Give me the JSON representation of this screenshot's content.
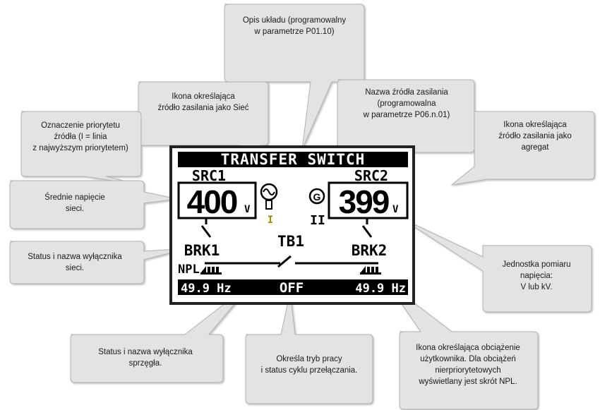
{
  "lcd": {
    "title": "TRANSFER SWITCH",
    "src1_label": "SRC1",
    "src2_label": "SRC2",
    "src1_voltage": "400",
    "src1_unit": "V",
    "src2_voltage": "399",
    "src2_unit": "V",
    "priority_mark_1": "I",
    "priority_mark_2": "II",
    "brk1_label": "BRK1",
    "brk2_label": "BRK2",
    "tb_label": "TB1",
    "npl_label": "NPL",
    "freq_left": "49.9 Hz",
    "freq_right": "49.9 Hz",
    "mode": "OFF"
  },
  "callouts": [
    {
      "id": "layout_desc",
      "lines": [
        "Opis układu (programowalny",
        "w parametrze P01.10)"
      ]
    },
    {
      "id": "mains_icon",
      "lines": [
        "Ikona określająca",
        "źródło zasilania jako Sieć"
      ]
    },
    {
      "id": "source_name",
      "lines": [
        "Nazwa źródła zasilania",
        "(programowalna",
        "w parametrze P06.n.01)"
      ]
    },
    {
      "id": "priority",
      "lines": [
        "Oznaczenie priorytetu",
        "źródła (I = linia",
        "z najwyższym priorytetem)"
      ]
    },
    {
      "id": "genset_icon",
      "lines": [
        "Ikona określająca",
        "źródło zasilania jako",
        "agregat"
      ]
    },
    {
      "id": "avg_voltage",
      "lines": [
        "Średnie napięcie",
        "sieci."
      ]
    },
    {
      "id": "mains_breaker",
      "lines": [
        "Status i nazwa wyłącznika",
        "sieci."
      ]
    },
    {
      "id": "voltage_unit",
      "lines": [
        "Jednostka pomiaru",
        "napięcia:",
        "V lub kV."
      ]
    },
    {
      "id": "tie_breaker",
      "lines": [
        "Status i nazwa wyłącznika",
        "sprzęgła."
      ]
    },
    {
      "id": "mode",
      "lines": [
        "Określa tryb pracy",
        "i status cyklu przełączania."
      ]
    },
    {
      "id": "load_icon",
      "lines": [
        "Ikona określająca obciążenie",
        "użytkownika. Dla obciążeń",
        "nierpriorytetowych",
        "wyświetlany jest skrót NPL."
      ]
    }
  ],
  "colors": {
    "bubble_fill": "#e3e3e3",
    "bubble_stroke": "#b0b0b0",
    "lcd_fg": "#000000",
    "lcd_bg": "#ffffff",
    "pointer_tip": "#d8d000"
  }
}
